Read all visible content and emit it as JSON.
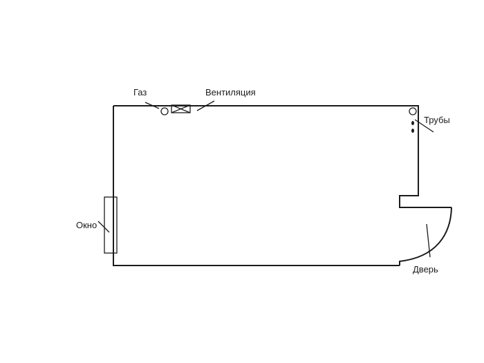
{
  "labels": {
    "gas": "Газ",
    "ventilation": "Вентиляция",
    "pipes": "Трубы",
    "window": "Окно",
    "door": "Дверь"
  },
  "colors": {
    "line": "#1a1a1a",
    "background": "#ffffff"
  }
}
